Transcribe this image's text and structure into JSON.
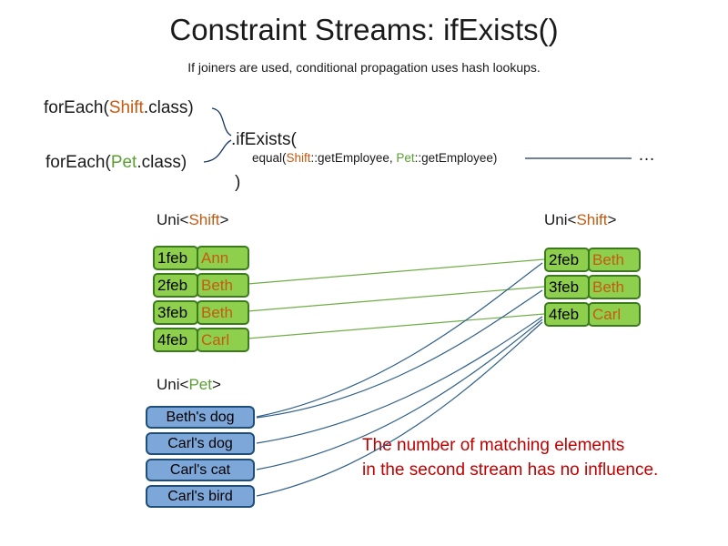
{
  "title": "Constraint Streams: ifExists()",
  "subtitle": "If joiners are used, conditional propagation uses hash lookups.",
  "code": {
    "foreach_shift": {
      "pre": "forEach(",
      "cls": "Shift",
      "post": ".class)"
    },
    "ifexists": ".ifExists(",
    "foreach_pet": {
      "pre": "forEach(",
      "cls": "Pet",
      "post": ".class)"
    },
    "equal": {
      "pre": "equal(",
      "shift": "Shift",
      "mid": "::getEmployee, ",
      "pet": "Pet",
      "post": "::getEmployee)"
    },
    "ellipsis": "…",
    "close_paren": ")"
  },
  "left_shift": {
    "header": {
      "pre": "Uni<",
      "type": "Shift",
      "post": ">"
    },
    "rows": [
      {
        "date": "1feb",
        "name": "Ann"
      },
      {
        "date": "2feb",
        "name": "Beth"
      },
      {
        "date": "3feb",
        "name": "Beth"
      },
      {
        "date": "4feb",
        "name": "Carl"
      }
    ]
  },
  "right_shift": {
    "header": {
      "pre": "Uni<",
      "type": "Shift",
      "post": ">"
    },
    "rows": [
      {
        "date": "2feb",
        "name": "Beth"
      },
      {
        "date": "3feb",
        "name": "Beth"
      },
      {
        "date": "4feb",
        "name": "Carl"
      }
    ]
  },
  "pets": {
    "header": {
      "pre": "Uni<",
      "type": "Pet",
      "post": ">"
    },
    "items": [
      "Beth's dog",
      "Carl's dog",
      "Carl's cat",
      "Carl's bird"
    ]
  },
  "note": {
    "line1": "The number of matching elements",
    "line2": "in the second stream has no influence."
  },
  "colors": {
    "shift_text": "#c55a11",
    "pet_text": "#5a9e32",
    "shift_box_fill": "#8ed04d",
    "shift_box_border": "#3c7a1e",
    "pet_box_fill": "#7da7d9",
    "pet_box_border": "#1f4e79",
    "green_line": "#70ad47",
    "blue_line": "#2e5f8a",
    "note_red": "#c00000"
  }
}
